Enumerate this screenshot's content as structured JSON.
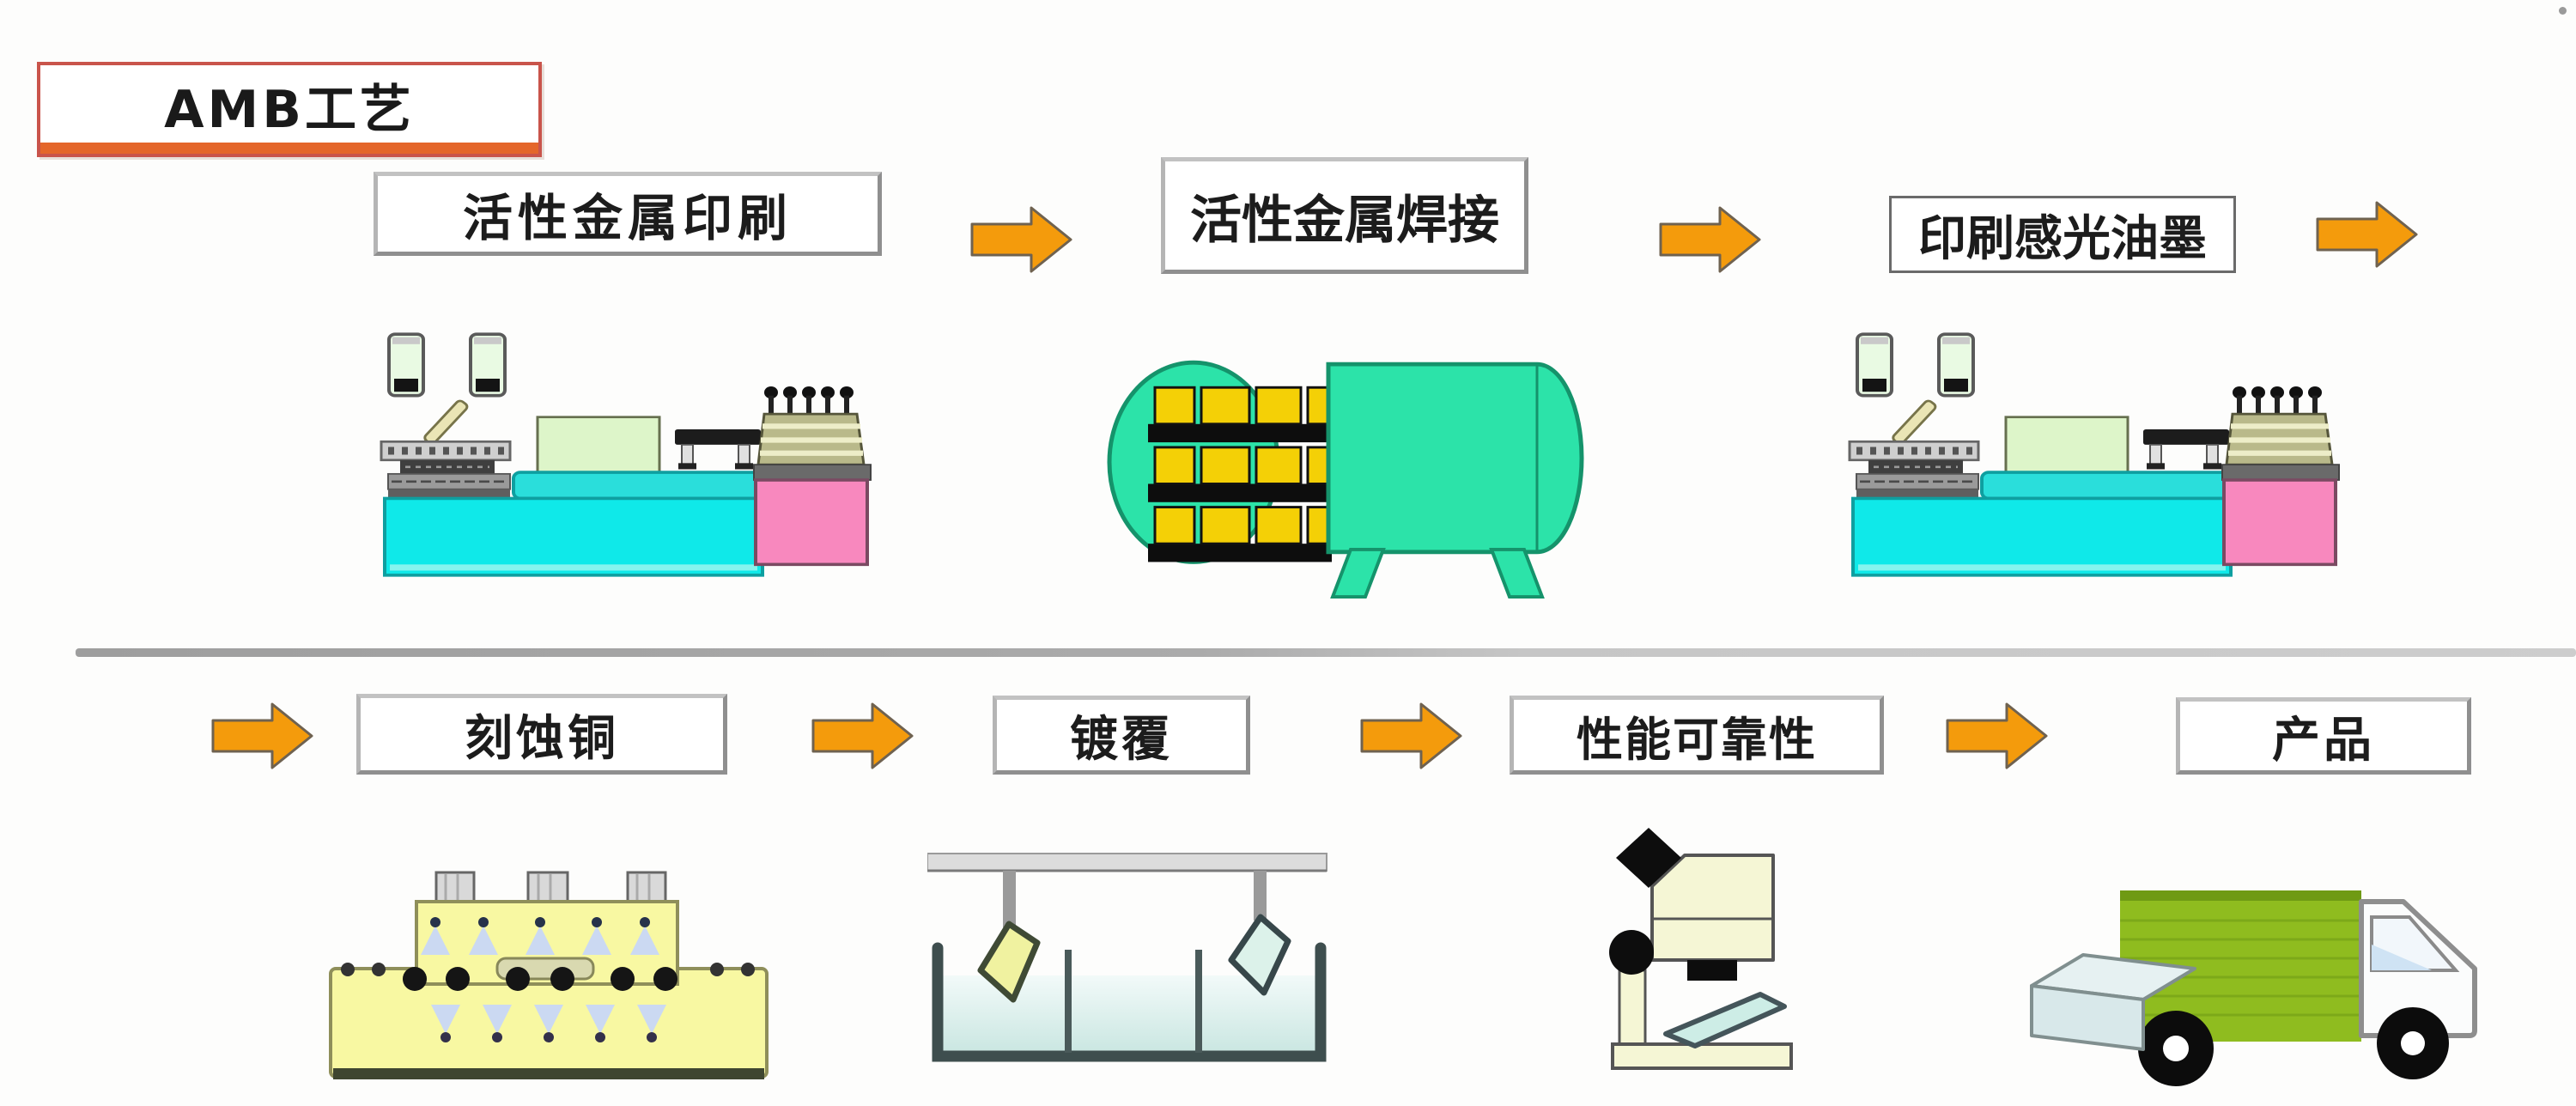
{
  "title": {
    "label": "AMB工艺"
  },
  "steps": {
    "row1": [
      {
        "label": "活性金属印刷",
        "icon": "screen-printer-illustration"
      },
      {
        "label": "活性金属焊接",
        "icon": "vacuum-welding-furnace-illustration"
      },
      {
        "label": "印刷感光油墨",
        "icon": "screen-printer-illustration"
      }
    ],
    "row2": [
      {
        "label": "刻蚀铜",
        "icon": "copper-etching-machine-illustration"
      },
      {
        "label": "镀覆",
        "icon": "plating-tank-illustration"
      },
      {
        "label": "性能可靠性",
        "icon": "inspection-microscope-illustration"
      },
      {
        "label": "产品",
        "icon": "delivery-truck-illustration"
      }
    ]
  },
  "arrows": {
    "count": 7,
    "direction": "right",
    "icon": "arrow-right-icon"
  },
  "colors": {
    "arrow_orange": "#F49B0C",
    "arrow_edge": "#6F6250",
    "title_border_red": "#C9544B",
    "title_underline_orange": "#E4662A",
    "label_border_gray": "#8F8F8F",
    "machine_cyan": "#0FE9E9",
    "furnace_green": "#2CE3A9",
    "block_yellow": "#F4D006",
    "pedestal_pink": "#F888BE",
    "etch_tank_yellow": "#F8F8A2",
    "spray_blue": "#CBD9F2",
    "plating_liquid": "#CBE7E2",
    "microscope_cream": "#F5F6D5",
    "truck_cargo_green": "#8FBC1F",
    "divider_gray": "#ABABAB"
  }
}
